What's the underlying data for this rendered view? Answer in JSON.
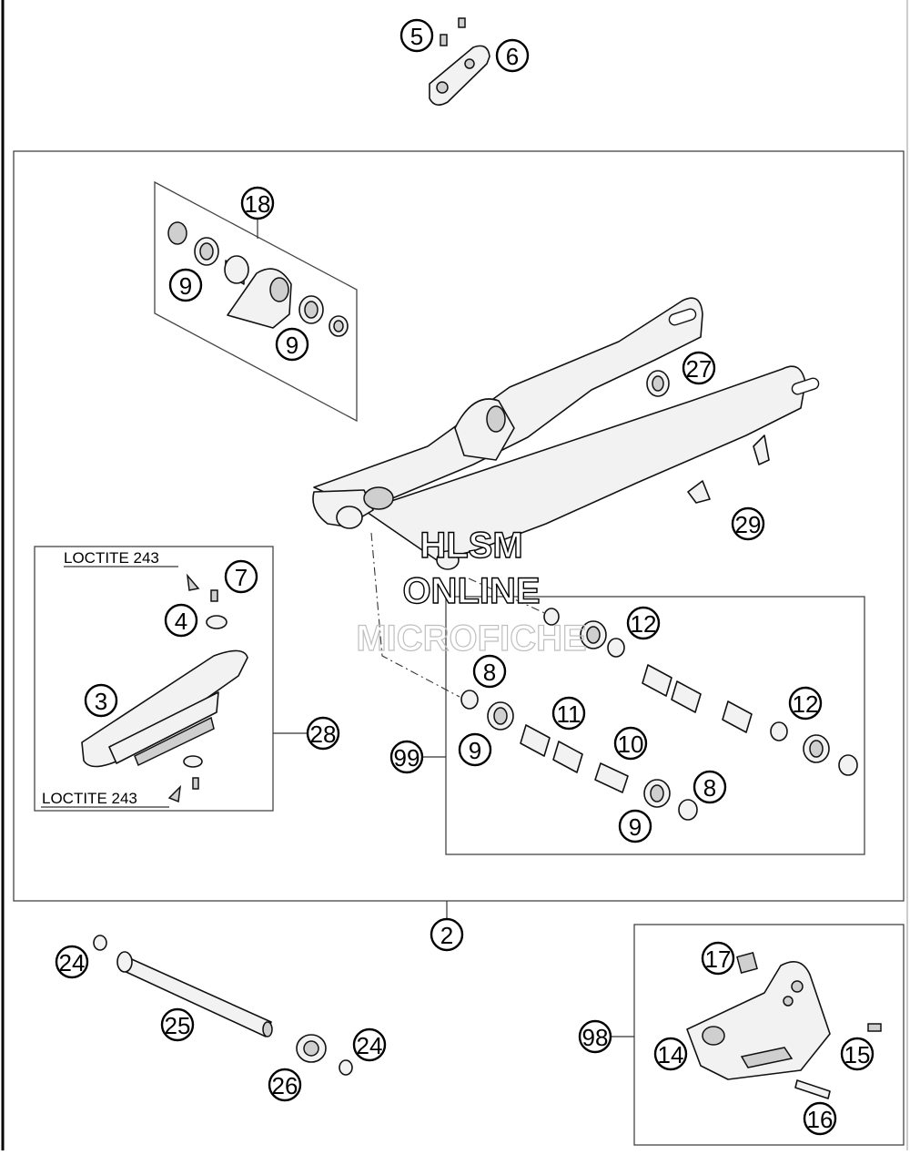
{
  "watermark": {
    "line1": "HLSM",
    "line2": "ONLINE",
    "line3": "MICROFICHE"
  },
  "loctite": [
    "LOCTITE 243",
    "LOCTITE 243"
  ],
  "callouts": [
    "5",
    "6",
    "18",
    "9",
    "9",
    "27",
    "29",
    "7",
    "4",
    "3",
    "28",
    "8",
    "99",
    "9",
    "11",
    "10",
    "12",
    "12",
    "9",
    "8",
    "2",
    "24",
    "25",
    "26",
    "24",
    "17",
    "98",
    "14",
    "15",
    "16"
  ]
}
